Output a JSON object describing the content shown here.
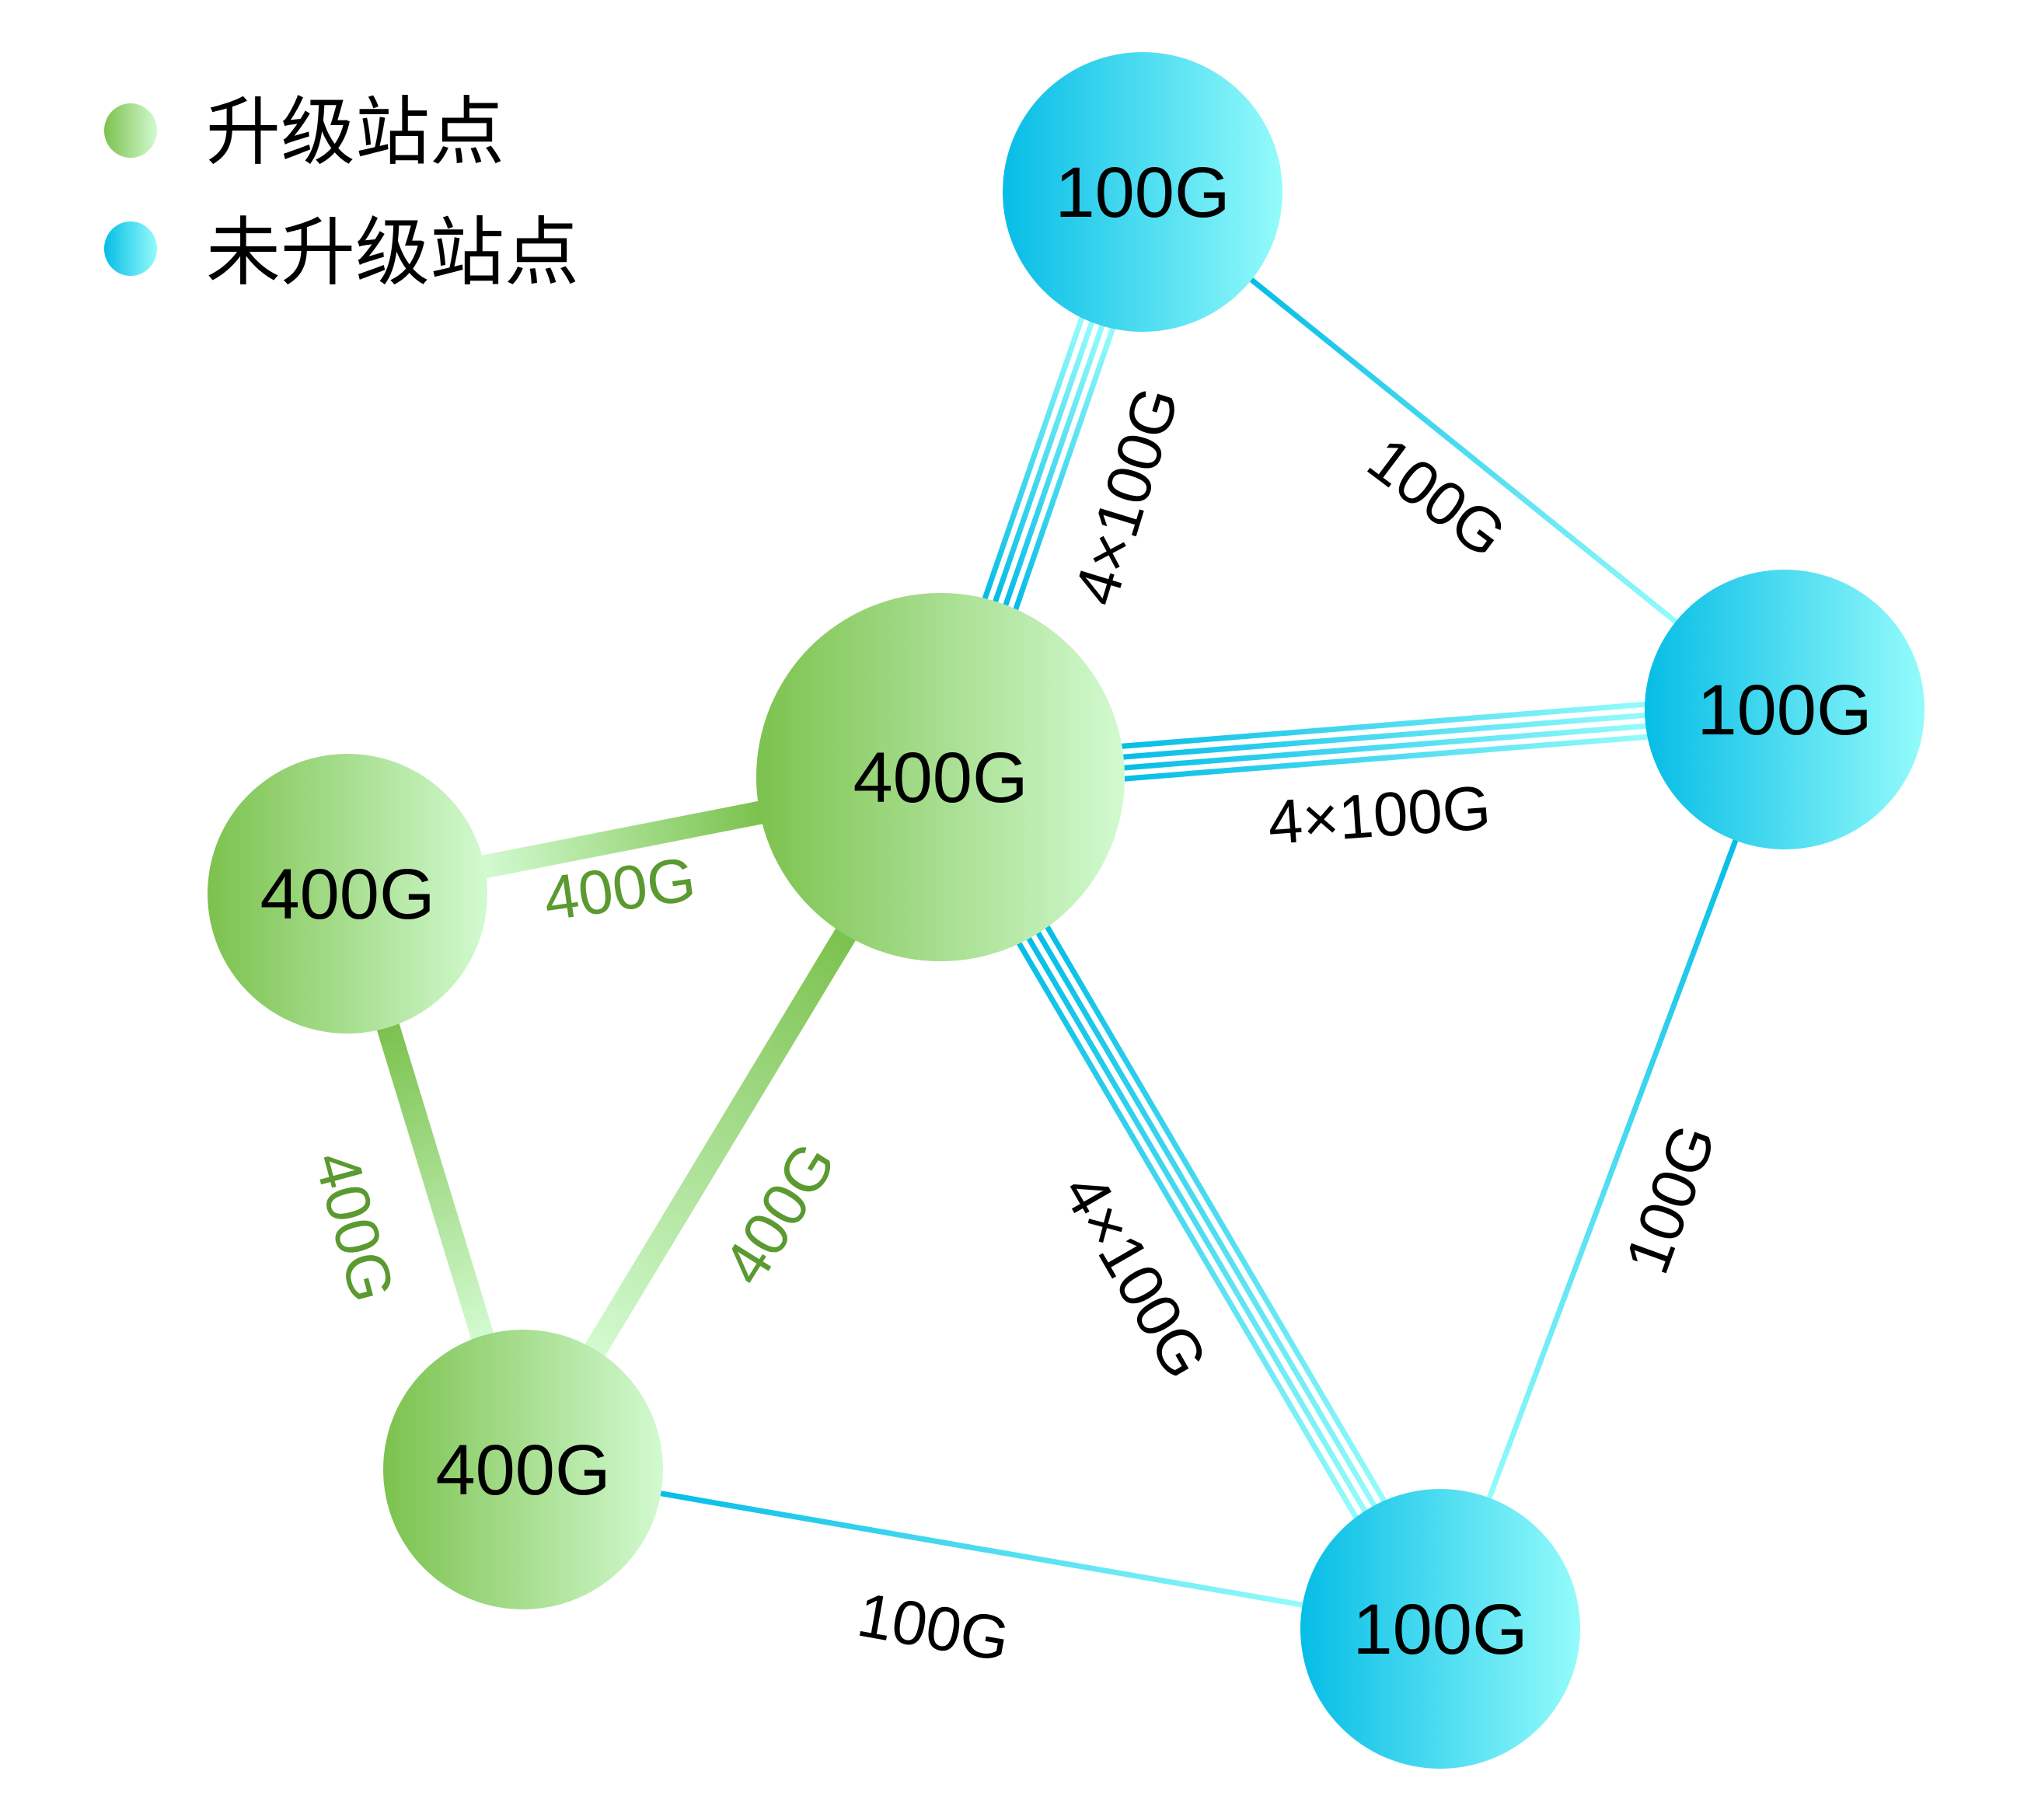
{
  "legend": {
    "items": [
      {
        "label": "升级站点",
        "type": "upgraded"
      },
      {
        "label": "未升级站点",
        "type": "not_upgraded"
      }
    ]
  },
  "colors": {
    "upgraded_start": "#7cc24e",
    "upgraded_end": "#d2fad0",
    "not_upgraded_start": "#06bde6",
    "not_upgraded_end": "#94fbfb",
    "upgraded_link_label": "#5a9a30",
    "default_label": "#000000"
  },
  "nodes": [
    {
      "id": "top",
      "label": "100G",
      "type": "not_upgraded"
    },
    {
      "id": "right",
      "label": "100G",
      "type": "not_upgraded"
    },
    {
      "id": "center",
      "label": "400G",
      "type": "upgraded"
    },
    {
      "id": "left",
      "label": "400G",
      "type": "upgraded"
    },
    {
      "id": "bottom_left",
      "label": "400G",
      "type": "upgraded"
    },
    {
      "id": "bottom_right",
      "label": "100G",
      "type": "not_upgraded"
    }
  ],
  "links": [
    {
      "from": "center",
      "to": "top",
      "label": "4×100G",
      "kind": "4x100G"
    },
    {
      "from": "top",
      "to": "right",
      "label": "100G",
      "kind": "100G"
    },
    {
      "from": "center",
      "to": "right",
      "label": "4×100G",
      "kind": "4x100G"
    },
    {
      "from": "center",
      "to": "left",
      "label": "400G",
      "kind": "400G"
    },
    {
      "from": "left",
      "to": "bottom_left",
      "label": "400G",
      "kind": "400G"
    },
    {
      "from": "center",
      "to": "bottom_left",
      "label": "400G",
      "kind": "400G"
    },
    {
      "from": "center",
      "to": "bottom_right",
      "label": "4×100G",
      "kind": "4x100G"
    },
    {
      "from": "right",
      "to": "bottom_right",
      "label": "100G",
      "kind": "100G"
    },
    {
      "from": "bottom_left",
      "to": "bottom_right",
      "label": "100G",
      "kind": "100G"
    }
  ]
}
